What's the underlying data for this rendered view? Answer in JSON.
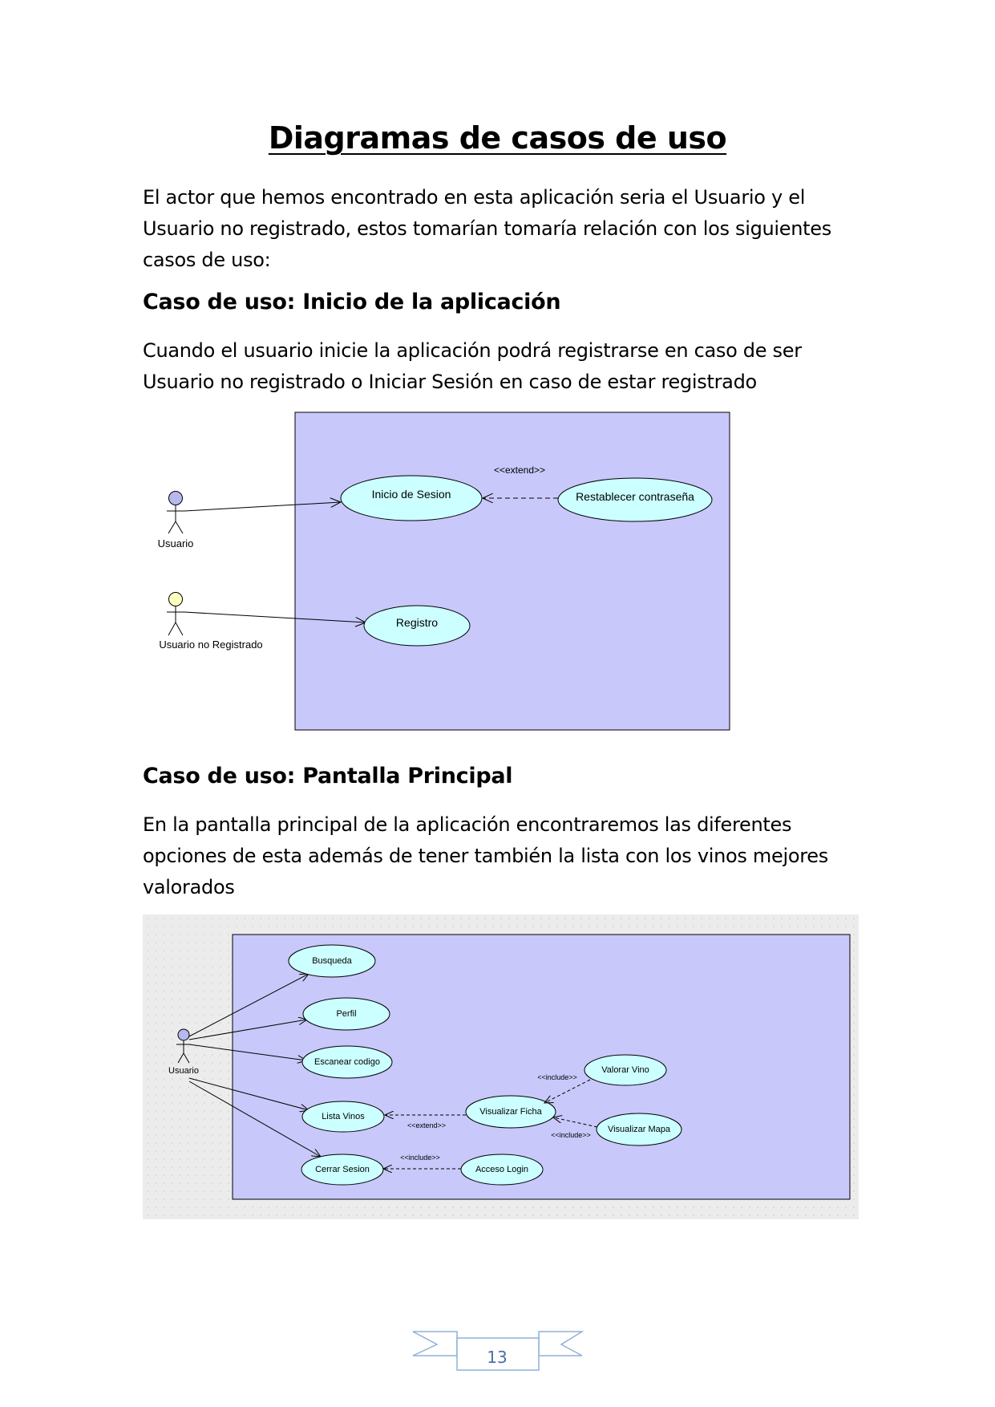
{
  "title": "Diagramas de casos de uso",
  "intro": {
    "lines": [
      "El actor que hemos encontrado en esta aplicación seria el Usuario y el",
      "Usuario no registrado, estos tomarían tomaría relación con los siguientes",
      "casos de uso:"
    ]
  },
  "section1": {
    "heading": "Caso de uso: Inicio de la aplicación",
    "lines": [
      "Cuando el usuario inicie la aplicación podrá registrarse en caso de ser",
      "Usuario no registrado o Iniciar Sesión en caso de estar registrado"
    ],
    "diagram": {
      "actors": [
        "Usuario",
        "Usuario no Registrado"
      ],
      "use_cases": [
        "Inicio de Sesion",
        "Restablecer contraseña",
        "Registro"
      ],
      "stereotype": "<<extend>>"
    }
  },
  "section2": {
    "heading": "Caso de uso: Pantalla Principal",
    "lines": [
      "En la pantalla principal de la aplicación encontraremos las diferentes",
      "opciones de esta además de tener también la lista con los vinos mejores",
      "valorados"
    ],
    "diagram": {
      "actor": "Usuario",
      "use_cases": [
        "Busqueda",
        "Perfil",
        "Escanear codigo",
        "Lista Vinos",
        "Cerrar Sesion",
        "Visualizar Ficha",
        "Valorar Vino",
        "Visualizar Mapa",
        "Acceso Login"
      ],
      "stereotypes": [
        "<<include>>",
        "<<include>>",
        "<<extend>>",
        "<<include>>"
      ]
    }
  },
  "page_number": "13",
  "colors": {
    "boundary_fill": "#c8c8fb",
    "usecase_fill": "#ccffff",
    "actor_blue": "#b8b8f0",
    "actor_yellow": "#ffffc0",
    "footer_blue": "#8fb0d8"
  }
}
